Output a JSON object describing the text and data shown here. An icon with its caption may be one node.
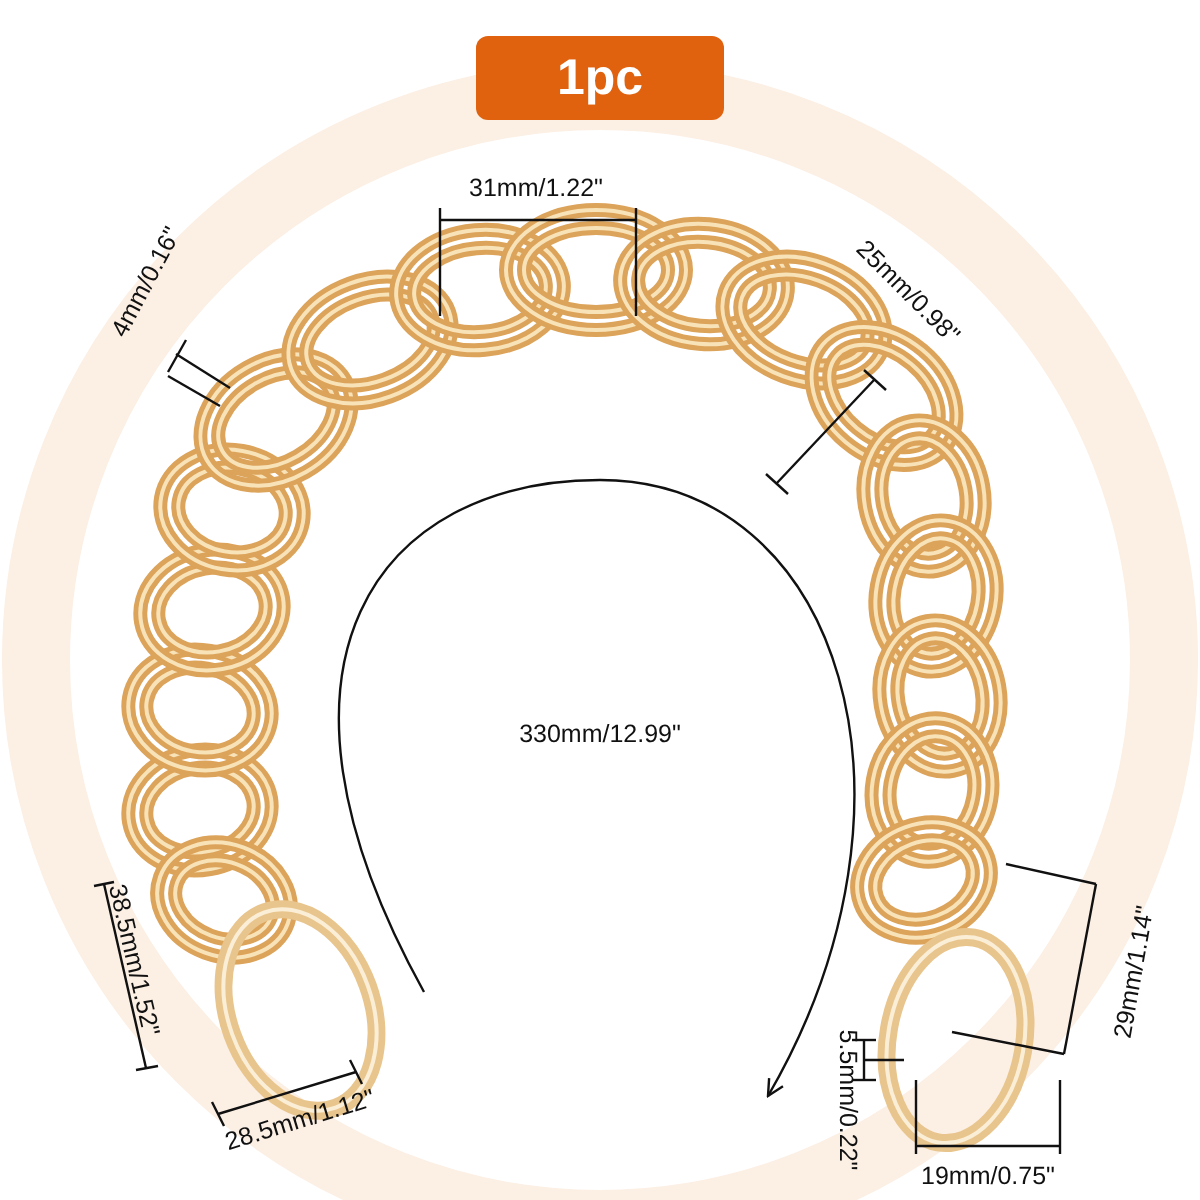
{
  "diagram": {
    "labels": [
      "1pc",
      "31mm/1.22\"",
      "25mm/0.98\"",
      "4mm/0.16\"",
      "330mm/12.99\"",
      "38.5mm/1.52\"",
      "29mm/1.14\"",
      "5.5mm/0.22\"",
      "28.5mm/1.12\"",
      "19mm/0.75\""
    ]
  }
}
